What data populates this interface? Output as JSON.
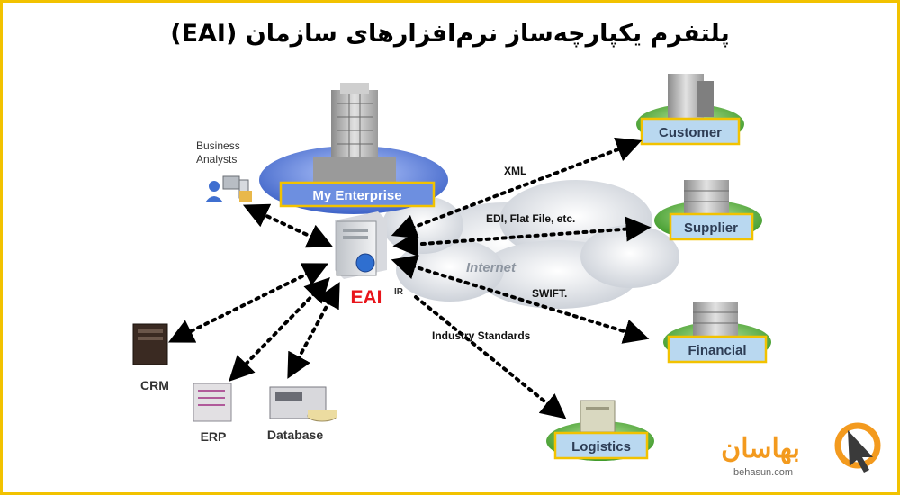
{
  "title": "پلتفرم یکپارچه‌ساز نرم‌افزارهای سازمان (EAI)",
  "center_label": "EAI",
  "enterprise_label": "My Enterprise",
  "business_analysts_line1": "Business",
  "business_analysts_line2": "Analysts",
  "internet_label": "Internet",
  "link_labels": {
    "xml": "XML",
    "edi": "EDI, Flat File, etc.",
    "swift": "SWIFT.",
    "industry": "Industry Standards",
    "ir": "IR"
  },
  "partners": {
    "customer": "Customer",
    "supplier": "Supplier",
    "financial": "Financial",
    "logistics": "Logistics"
  },
  "internal_systems": {
    "crm": "CRM",
    "erp": "ERP",
    "database": "Database"
  },
  "brand": {
    "name": "بهاسان",
    "url": "behasun.com"
  },
  "colors": {
    "frame": "#f2c200",
    "label_border": "#f2c200",
    "eai_red": "#e8151b",
    "ellipse_green": "#5aa83a",
    "ellipse_blue": "#5a7fd8",
    "brand_orange": "#f39a1e"
  }
}
